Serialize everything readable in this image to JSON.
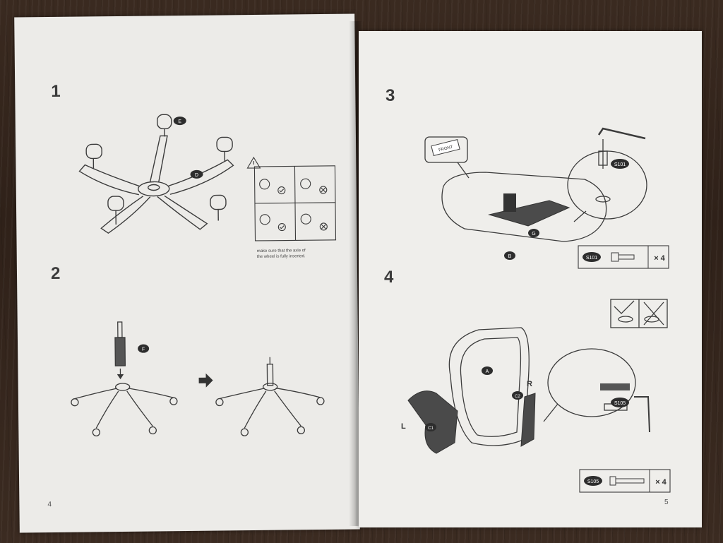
{
  "left_page": {
    "steps": [
      {
        "number": "1",
        "part_labels": [
          "E",
          "D"
        ]
      },
      {
        "number": "2",
        "part_labels": [
          "F"
        ]
      }
    ],
    "caution_caption_line1": "make sure that the axle of",
    "caution_caption_line2": "the wheel is fully inserted.",
    "page_number": "4"
  },
  "right_page": {
    "steps": [
      {
        "number": "3",
        "part_labels": [
          "FRONT",
          "S101",
          "G",
          "B"
        ]
      },
      {
        "number": "4",
        "part_labels": [
          "A",
          "R",
          "L",
          "C1",
          "C2",
          "S105"
        ]
      }
    ],
    "hardware": [
      {
        "code": "S101",
        "quantity": "× 4"
      },
      {
        "code": "S105",
        "quantity": "× 4"
      }
    ],
    "page_number": "5"
  },
  "colors": {
    "paper": "#ecebe8",
    "ink": "#3b3b3b",
    "table": "#3a2a20"
  }
}
